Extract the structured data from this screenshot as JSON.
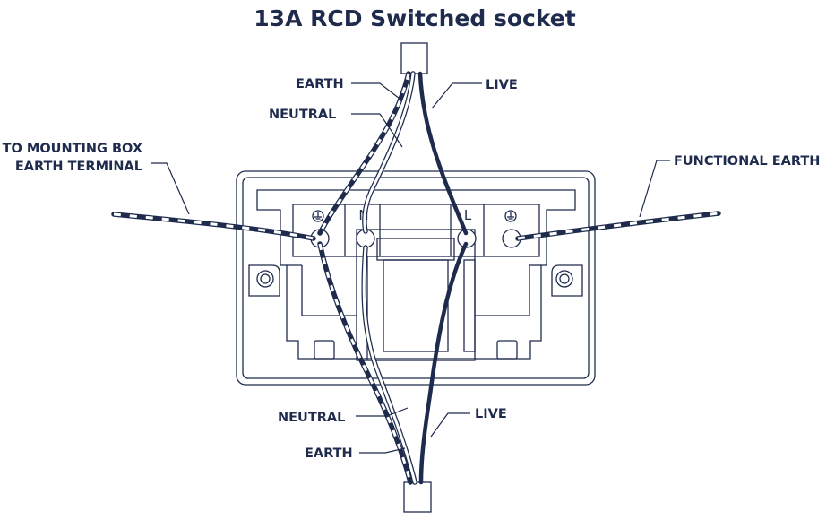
{
  "title": "13A RCD Switched socket",
  "labels": {
    "earth_top": "EARTH",
    "neutral_top": "NEUTRAL",
    "live_top": "LIVE",
    "mounting_box_line1": "TO MOUNTING BOX",
    "mounting_box_line2": "EARTH TERMINAL",
    "functional_earth": "FUNCTIONAL EARTH",
    "neutral_bottom": "NEUTRAL",
    "live_bottom": "LIVE",
    "earth_bottom": "EARTH"
  },
  "terminals": {
    "neutral": "N",
    "live": "L"
  },
  "icons": {
    "earth_terminal": "earth-symbol-icon"
  },
  "colors": {
    "ink": "#1f2b4d",
    "background": "#ffffff"
  }
}
